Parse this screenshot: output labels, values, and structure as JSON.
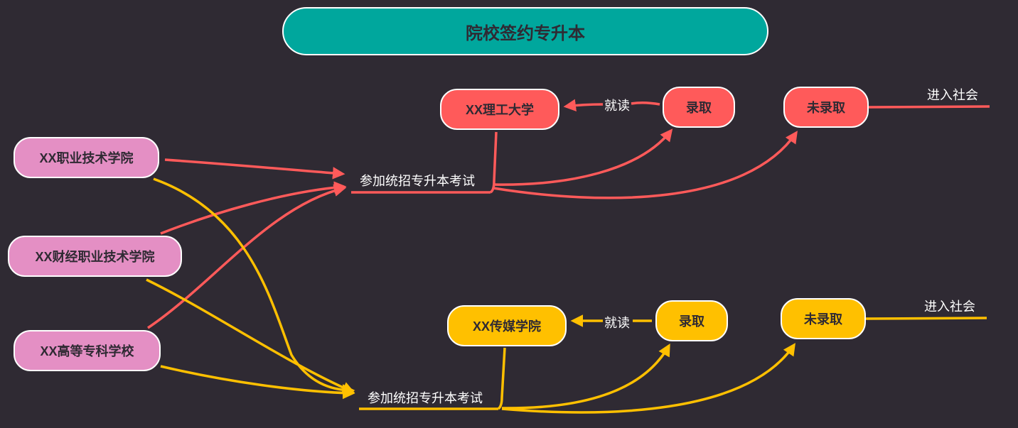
{
  "title": "院校签约专升本",
  "schools": [
    "XX职业技术学院",
    "XX财经职业技术学院",
    "XX高等专科学校"
  ],
  "tracks": [
    {
      "exam": "参加统招专升本考试",
      "admitted": "录取",
      "not_admitted": "未录取",
      "university": "XX理工大学",
      "attend": "就读",
      "society": "进入社会",
      "color": "#ff5a5a"
    },
    {
      "exam": "参加统招专升本考试",
      "admitted": "录取",
      "not_admitted": "未录取",
      "university": "XX传媒学院",
      "attend": "就读",
      "society": "进入社会",
      "color": "#ffc000"
    }
  ],
  "colors": {
    "background": "#2f2a33",
    "title_fill": "#00a79d",
    "school_fill": "#e48fc4",
    "red": "#ff5a5a",
    "yellow": "#ffc000"
  }
}
